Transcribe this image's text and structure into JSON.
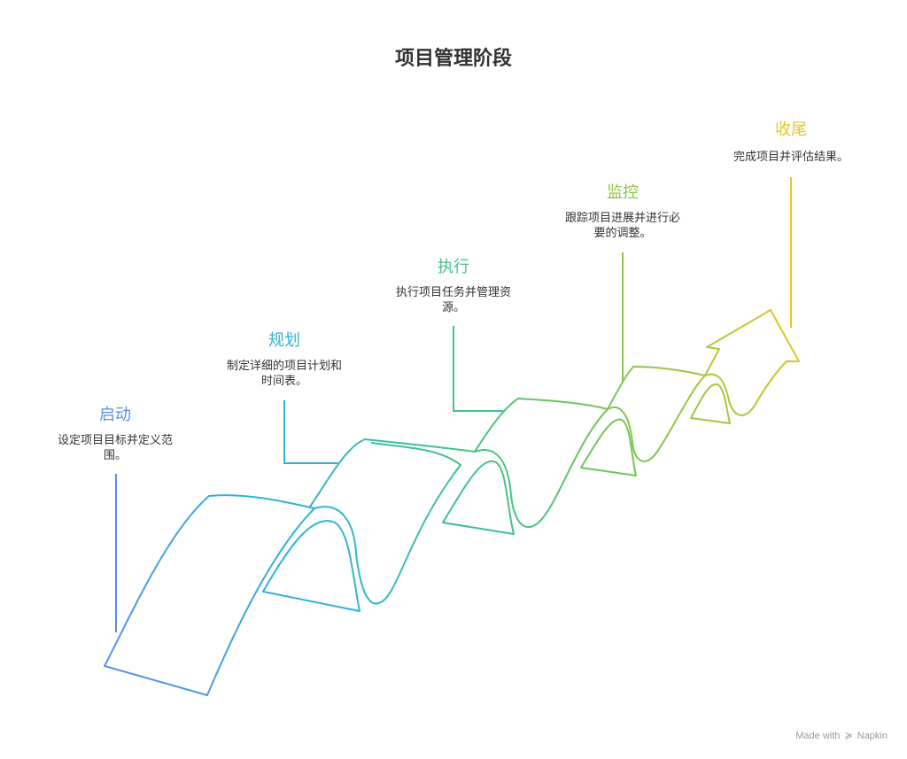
{
  "title": "项目管理阶段",
  "stages": [
    {
      "title": "启动",
      "desc_line1": "设定项目目标并定义范",
      "desc_line2": "围。",
      "color": "#5b8dea"
    },
    {
      "title": "规划",
      "desc_line1": "制定详细的项目计划和",
      "desc_line2": "时间表。",
      "color": "#2fb3da"
    },
    {
      "title": "执行",
      "desc_line1": "执行项目任务并管理资",
      "desc_line2": "源。",
      "color": "#43c387"
    },
    {
      "title": "监控",
      "desc_line1": "跟踪项目进展并进行必",
      "desc_line2": "要的调整。",
      "color": "#8dc44a"
    },
    {
      "title": "收尾",
      "desc_line1": "完成项目并评估结果。",
      "desc_line2": "",
      "color": "#e3c724"
    }
  ],
  "credit": {
    "made_with": "Made with",
    "brand": "Napkin"
  }
}
